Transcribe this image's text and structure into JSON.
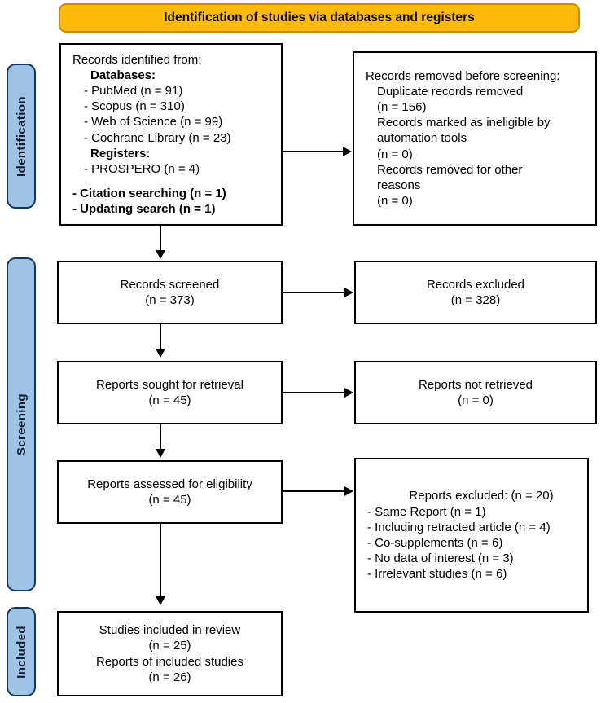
{
  "banner": {
    "title": "Identification of studies via databases and registers"
  },
  "phases": [
    {
      "label": "Identification"
    },
    {
      "label": "Screening"
    },
    {
      "label": "Included"
    }
  ],
  "boxes": {
    "identified": {
      "lines": [
        "Records identified from:",
        "Databases:",
        "- PubMed (n = 91)",
        "- Scopus (n = 310)",
        "- Web of Science (n = 99)",
        "- Cochrane Library (n = 23)",
        "Registers:",
        "- PROSPERO (n = 4)",
        "- Citation searching (n = 1)",
        "- Updating search (n = 1)"
      ]
    },
    "removed": {
      "lines": [
        "Records removed before screening:",
        "Duplicate records removed",
        "(n = 156)",
        "Records marked as ineligible by",
        "automation tools",
        "(n = 0)",
        "Records removed for other",
        "reasons",
        "(n = 0)"
      ]
    },
    "screened": {
      "lines": [
        "Records screened",
        "(n = 373)"
      ]
    },
    "excluded_records": {
      "lines": [
        "Records excluded",
        "(n = 328)"
      ]
    },
    "sought": {
      "lines": [
        "Reports sought for retrieval",
        "(n = 45)"
      ]
    },
    "not_retrieved": {
      "lines": [
        "Reports not retrieved",
        "(n = 0)"
      ]
    },
    "assessed": {
      "lines": [
        "Reports assessed for eligibility",
        "(n = 45)"
      ]
    },
    "excluded_reports": {
      "heading": "Reports excluded: (n = 20)",
      "lines": [
        "- Same Report (n = 1)",
        "- Including retracted article (n = 4)",
        "- Co-supplements (n = 6)",
        "- No data of interest (n = 3)",
        "- Irrelevant studies (n = 6)"
      ]
    },
    "included": {
      "lines": [
        "Studies included in review",
        "(n = 25)",
        "Reports of included studies",
        "(n = 26)"
      ]
    }
  },
  "colors": {
    "banner_fill": "#FDBA0B",
    "phase_fill": "#9DC3E6",
    "phase_border": "#14365D",
    "box_border": "#000000"
  }
}
